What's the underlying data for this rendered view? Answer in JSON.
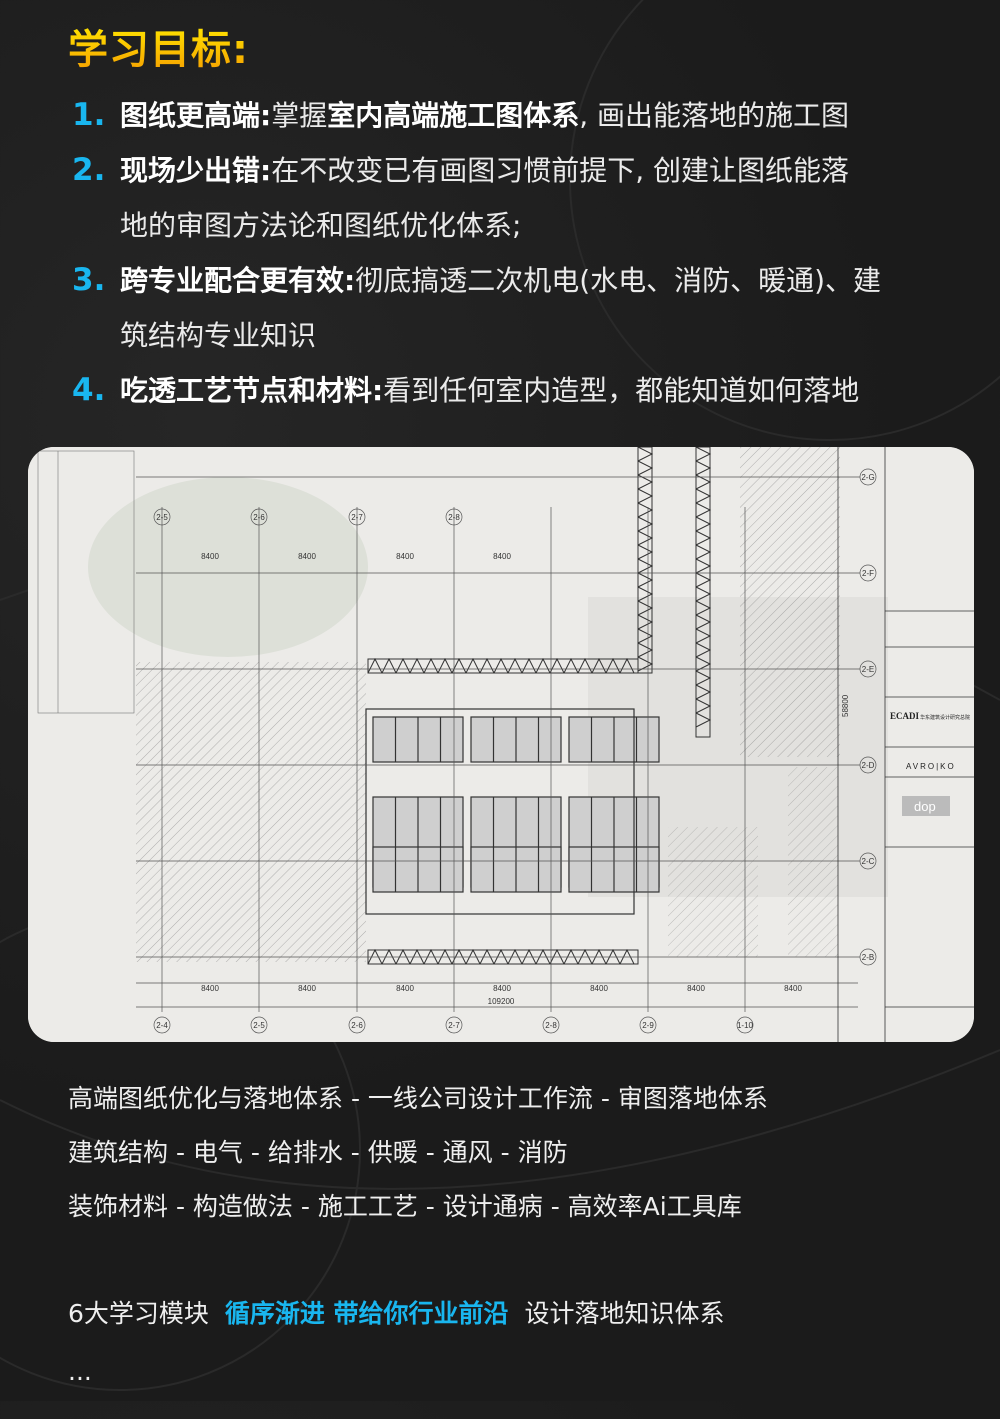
{
  "title": "学习目标:",
  "goals": [
    {
      "num": "1.",
      "head": "图纸更高端:",
      "parts": [
        "掌握",
        "室内高端施工图体系",
        ", 画出能落地的施工图"
      ]
    },
    {
      "num": "2.",
      "head": "现场少出错:",
      "text": "在不改变已有画图习惯前提下, 创建让图纸能落",
      "cont": "地的审图方法论和图纸优化体系;"
    },
    {
      "num": "3.",
      "head": "跨专业配合更有效:",
      "text": "彻底搞透二次机电(水电、消防、暖通)、建",
      "cont": "筑结构专业知识"
    },
    {
      "num": "4.",
      "head": "吃透工艺节点和材料:",
      "text": "看到任何室内造型，都能知道如何落地"
    }
  ],
  "drawing": {
    "dimensions": [
      "8400",
      "8400",
      "8400",
      "8400",
      "8400",
      "8400",
      "8400"
    ],
    "top_dimensions": [
      "8400",
      "8400",
      "8400",
      "8400"
    ],
    "total_dimension": "109200",
    "vertical_dimension": "58800",
    "bottom_axes": [
      "2-4",
      "2-5",
      "2-6",
      "2-7",
      "2-8",
      "2-9",
      "1-10"
    ],
    "top_axes": [
      "2-5",
      "2-6",
      "2-7",
      "2-8"
    ],
    "right_axes": [
      "2-G",
      "2-F",
      "2-E",
      "2-D",
      "2-C",
      "2-B"
    ],
    "title_block": {
      "ecadi": "ECADI",
      "ecadi_cn": "华东建筑设计研究总院",
      "avroko": "AVRO|KO",
      "dop": "dop"
    }
  },
  "topics": [
    "高端图纸优化与落地体系 - 一线公司设计工作流 - 审图落地体系",
    "建筑结构 - 电气 - 给排水 - 供暖 - 通风 - 消防",
    "装饰材料 - 构造做法 - 施工工艺 - 设计通病 - 高效率Ai工具库"
  ],
  "summary": {
    "prefix": "6大学习模块",
    "highlight": "循序渐进 带给你行业前沿",
    "suffix": "设计落地知识体系"
  },
  "ellipsis": "...",
  "colors": {
    "title": "#ffc400",
    "accent": "#19b6ef",
    "background": "#1b1b1b"
  }
}
